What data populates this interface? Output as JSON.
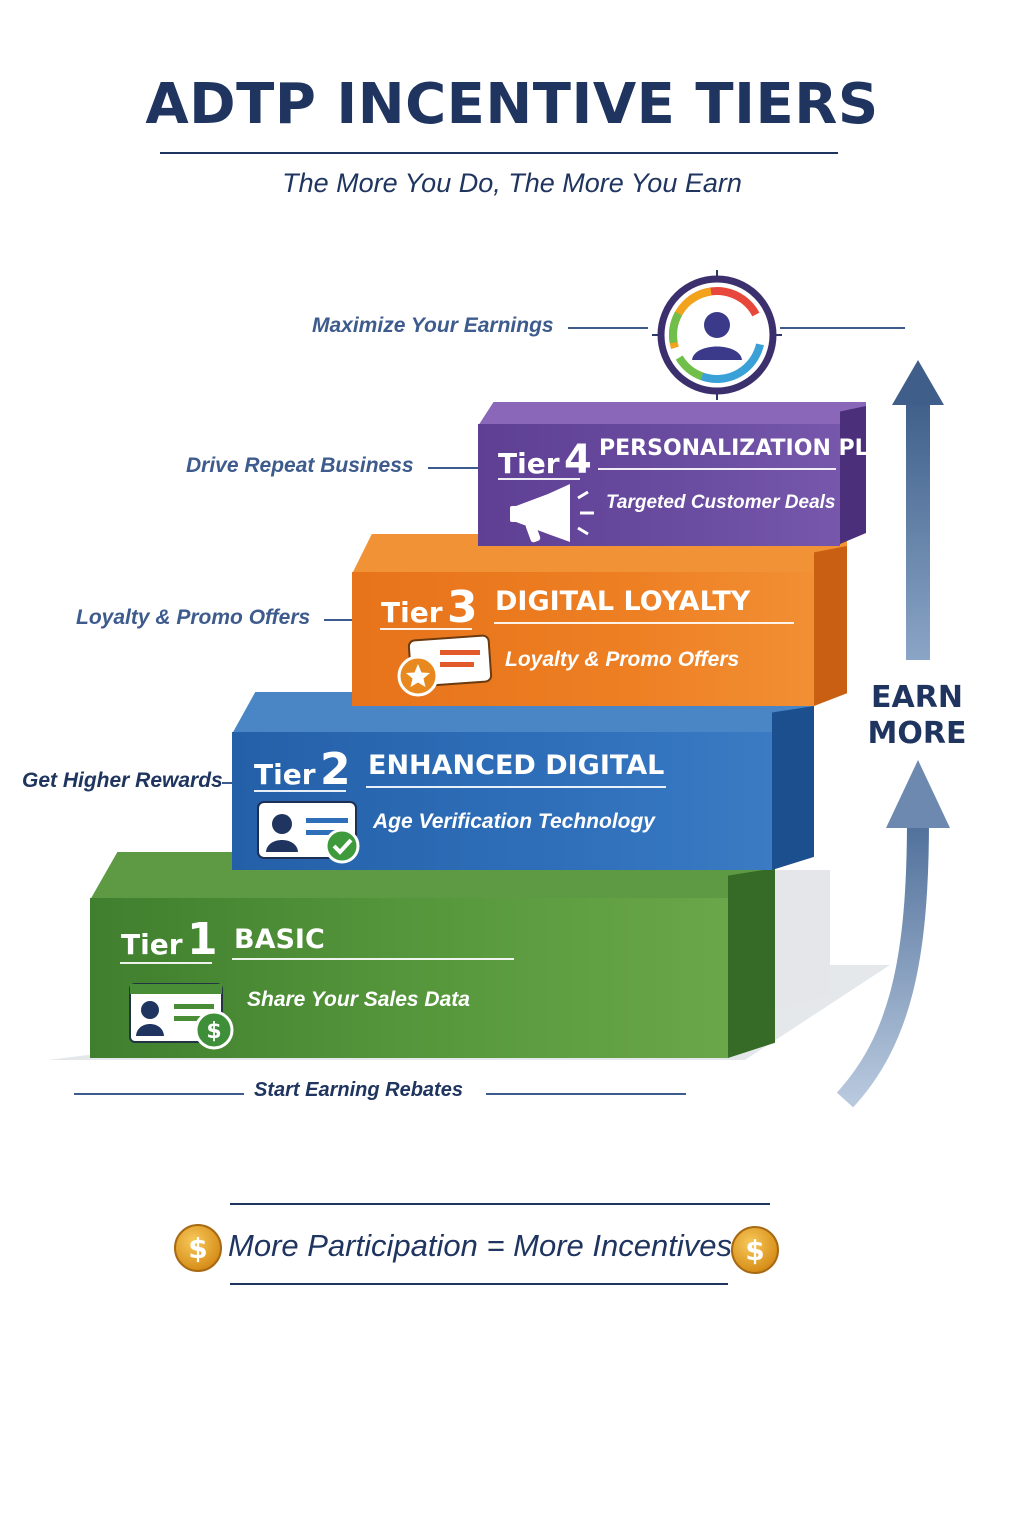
{
  "header": {
    "title": "ADTP INCENTIVE TIERS",
    "subtitle": "The More You Do, The More You Earn"
  },
  "side_labels": {
    "top": "Maximize Your Earnings",
    "tier4": "Drive Repeat Business",
    "tier3": "Loyalty & Promo Offers",
    "tier2": "Get Higher Rewards",
    "bottom": "Start Earning Rebates"
  },
  "tiers": [
    {
      "tier_word": "Tier",
      "number": "1",
      "name": "BASIC",
      "description": "Share Your Sales Data",
      "color": "#4f8f3a",
      "icon": "id-card-dollar-icon"
    },
    {
      "tier_word": "Tier",
      "number": "2",
      "name": "ENHANCED DIGITAL",
      "description": "Age Verification Technology",
      "color": "#2f6fba",
      "icon": "id-card-check-icon"
    },
    {
      "tier_word": "Tier",
      "number": "3",
      "name": "DIGITAL LOYALTY",
      "description": "Loyalty & Promo Offers",
      "color": "#ee7f23",
      "icon": "loyalty-card-star-icon"
    },
    {
      "tier_word": "Tier",
      "number": "4",
      "name": "PERSONALIZATION PLUS",
      "description": "Targeted Customer Deals",
      "color": "#6a4ca0",
      "icon": "megaphone-icon"
    }
  ],
  "earn_more": {
    "line1": "EARN",
    "line2": "MORE"
  },
  "footer": {
    "text": "More Participation = More Incentives",
    "coin_symbol": "$"
  },
  "icons": {
    "target": "target-person-icon",
    "arrow": "up-arrow-icon",
    "coin": "dollar-coin-icon"
  }
}
